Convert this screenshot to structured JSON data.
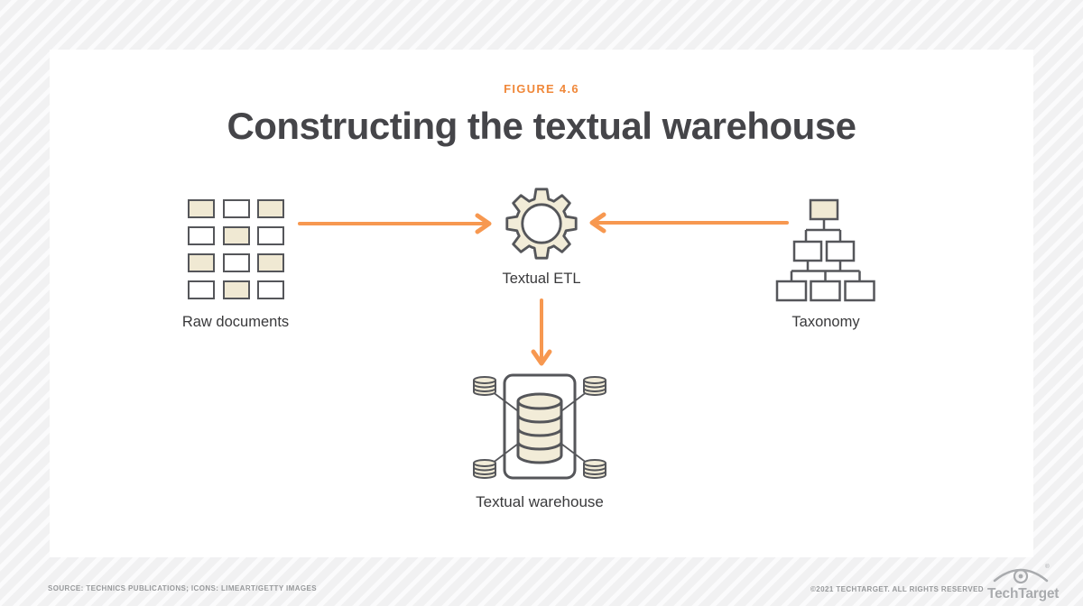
{
  "figure": {
    "label": "FIGURE 4.6",
    "title": "Constructing the textual warehouse"
  },
  "diagram": {
    "raw_documents": {
      "label": "Raw documents",
      "grid": [
        [
          1,
          0,
          1
        ],
        [
          0,
          1,
          0
        ],
        [
          1,
          0,
          1
        ],
        [
          0,
          1,
          0
        ]
      ]
    },
    "textual_etl": {
      "label": "Textual ETL"
    },
    "taxonomy": {
      "label": "Taxonomy"
    },
    "textual_warehouse": {
      "label": "Textual warehouse"
    }
  },
  "footer": {
    "source": "SOURCE: TECHNICS PUBLICATIONS; ICONS: LIMEART/GETTY IMAGES",
    "copyright": "©2021 TECHTARGET. ALL RIGHTS RESERVED",
    "brand": "TechTarget"
  },
  "colors": {
    "accent_orange": "#f0883a",
    "arrow_orange": "#f79850",
    "tan_fill": "#f0e9d3",
    "icon_stroke": "#55565a",
    "title_gray": "#454549",
    "footer_gray": "#97999b"
  }
}
